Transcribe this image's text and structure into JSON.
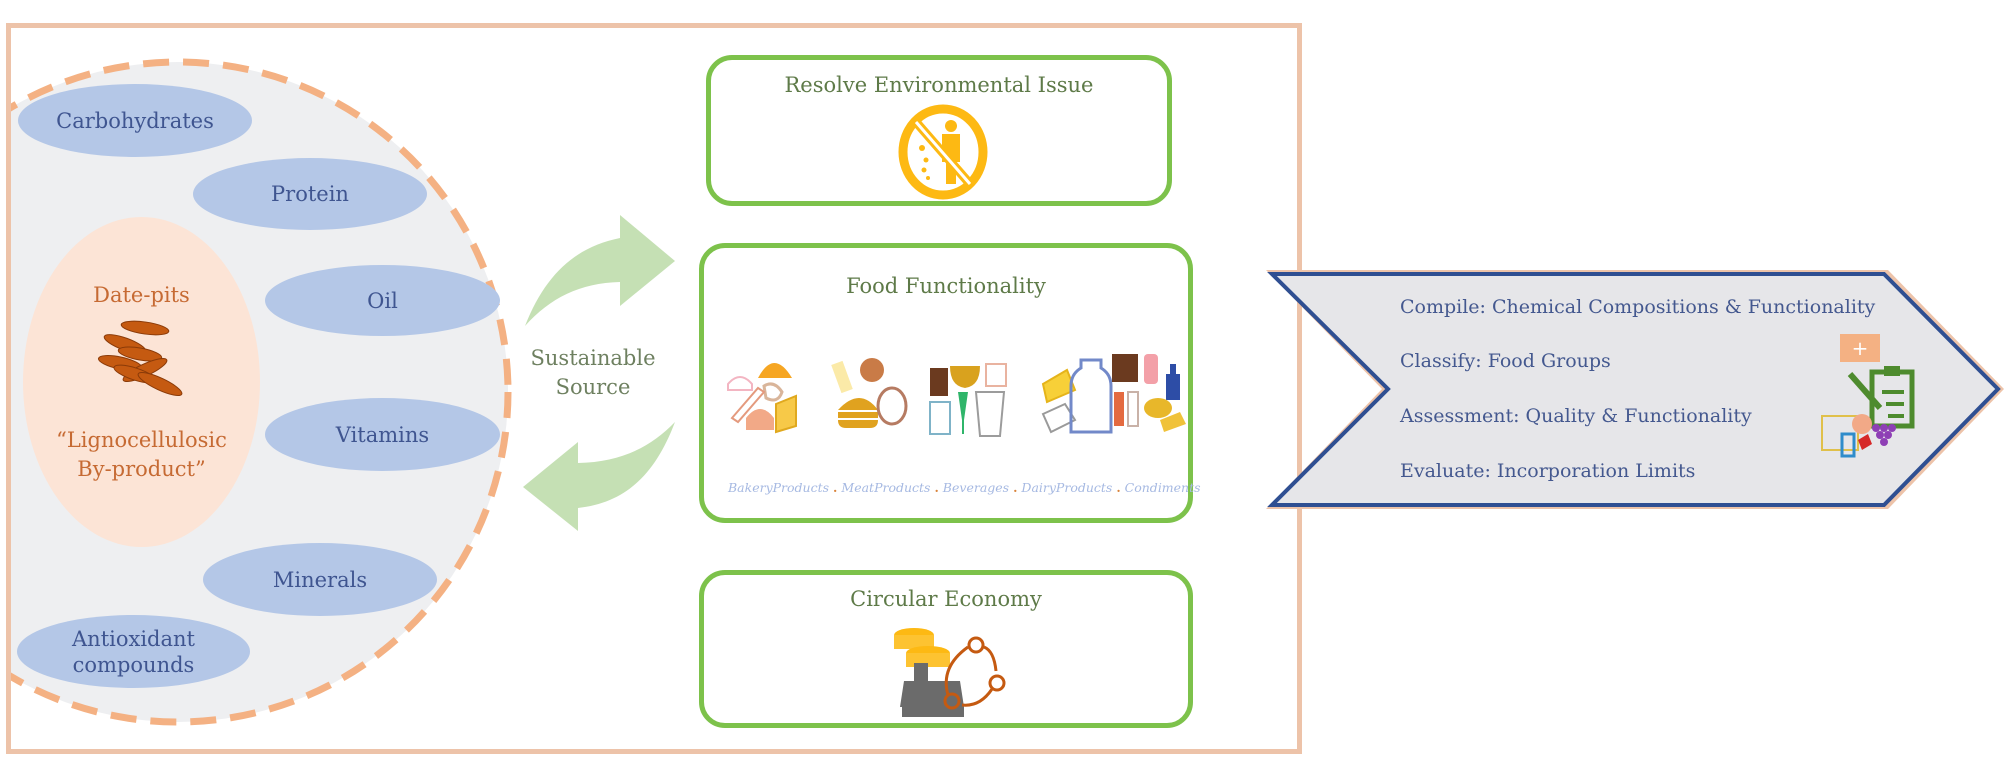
{
  "left_panel": {
    "source": {
      "title": "Date-pits",
      "subtitle_line1": "“Lignocellulosic",
      "subtitle_line2": "By-product”",
      "icon": "date-pits-icon"
    },
    "nutrients": [
      {
        "label": "Carbohydrates"
      },
      {
        "label": "Protein"
      },
      {
        "label": "Oil"
      },
      {
        "label": "Vitamins"
      },
      {
        "label": "Minerals"
      },
      {
        "label_line1": "Antioxidant",
        "label_line2": "compounds"
      }
    ]
  },
  "connector": {
    "label_line1": "Sustainable",
    "label_line2": "Source",
    "arrows": [
      "forward-arrow",
      "return-arrow"
    ]
  },
  "boxes": {
    "environmental": {
      "title": "Resolve Environmental Issue",
      "icon": "no-littering-icon"
    },
    "food_functionality": {
      "title": "Food Functionality",
      "categories": [
        "BakeryProducts",
        "MeatProducts",
        "Beverages",
        "DairyProducts",
        "Condiments"
      ],
      "separator": "."
    },
    "circular": {
      "title": "Circular Economy",
      "icon": "cash-register-cycle-icon"
    }
  },
  "chevron": {
    "items": [
      "Compile: Chemical Compositions & Functionality",
      "Classify: Food Groups",
      "Assessment: Quality & Functionality",
      "Evaluate: Incorporation Limits"
    ],
    "icon": "clipboard-food-assessment-icon",
    "badge": "+"
  },
  "colors": {
    "frame": "#EDC3A9",
    "dashed_circle": "#F4B183",
    "nutrient_fill": "#B4C7E7",
    "nutrient_text": "#3F5590",
    "peach_fill": "#FCE4D6",
    "date_text": "#C66A33",
    "green_border": "#7DC24B",
    "arrow_green": "#C5E0B4",
    "chevron_border": "#2F4F92",
    "chevron_fill": "#E6E6E9"
  }
}
